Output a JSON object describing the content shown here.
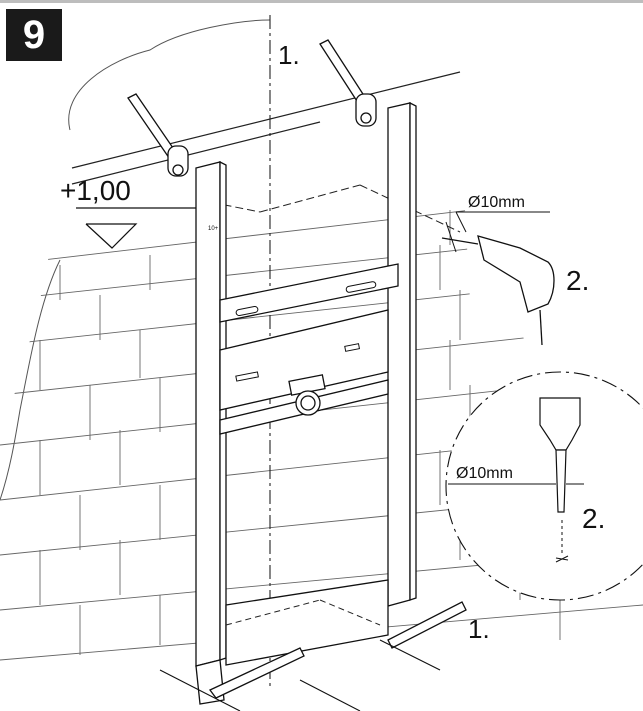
{
  "step": {
    "number": "9"
  },
  "labels": {
    "step_top": "1.",
    "step_bottom": "1.",
    "step_drill": "2.",
    "step_detail": "2.",
    "height": "+1,00",
    "diameter_top": "Ø10mm",
    "diameter_detail": "Ø10mm",
    "frame_mark": "10+"
  },
  "colors": {
    "badge": "#1a1a1a",
    "line": "#111111",
    "wall": "#444444"
  }
}
